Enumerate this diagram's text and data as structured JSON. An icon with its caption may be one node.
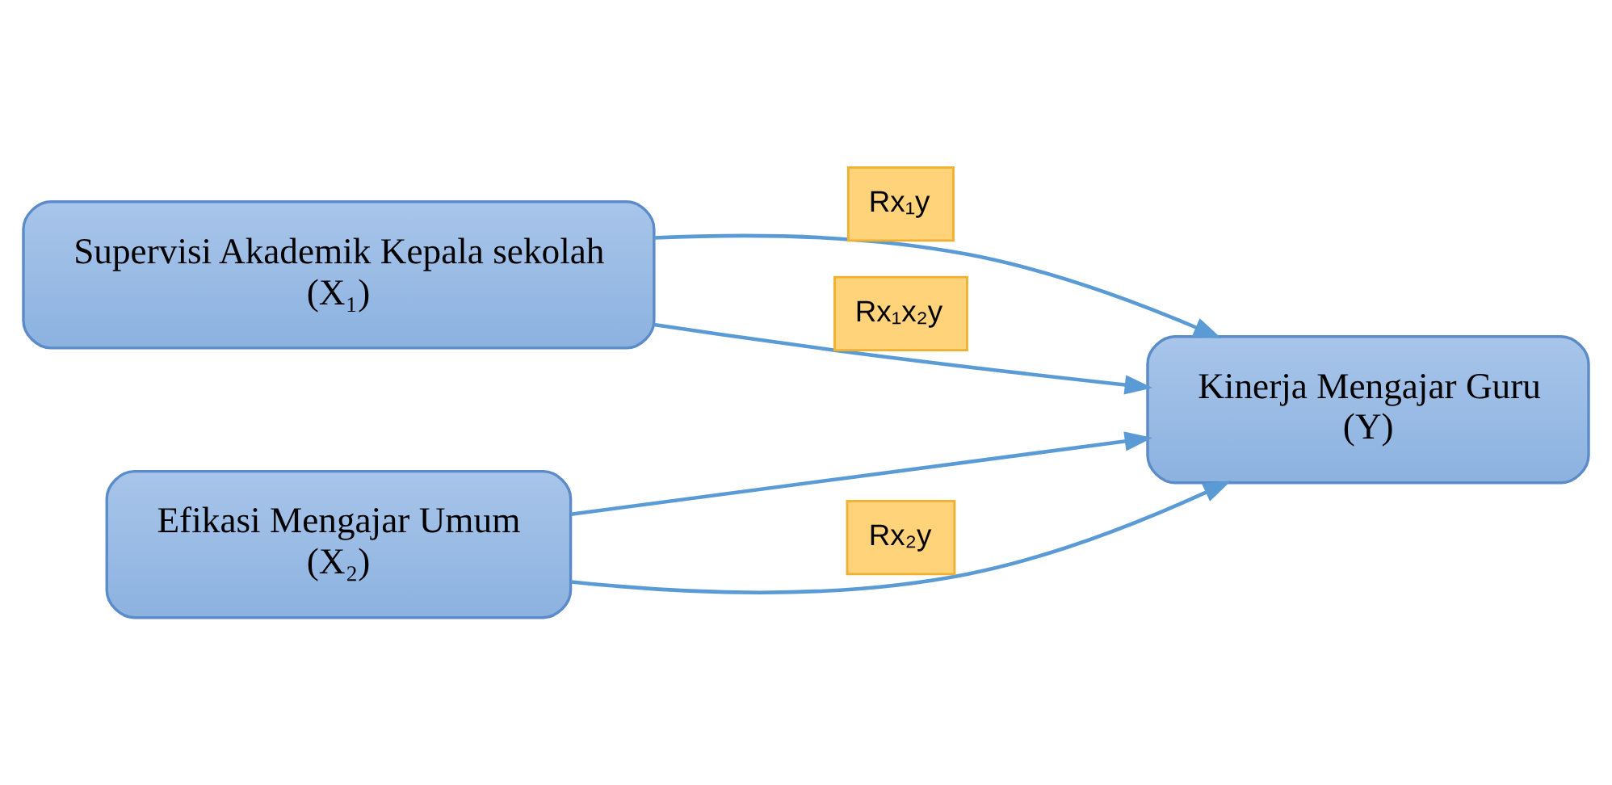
{
  "diagram": {
    "nodes": [
      {
        "text": [
          "Supervisi Akademik Kepala sekolah",
          "(X₁)"
        ]
      },
      {
        "text": [
          "Efikasi Mengajar Umum",
          "(X₂)"
        ]
      },
      {
        "text": [
          "Kinerja Mengajar Guru",
          "(Y)"
        ]
      }
    ],
    "edges": [
      {
        "from": 0,
        "to": 2,
        "arrow": "to",
        "label": "Rx₁y"
      },
      {
        "from": 0,
        "to": 2,
        "arrow": "to",
        "label": "Rx₁x₂y"
      },
      {
        "from": 1,
        "to": 2,
        "arrow": "to"
      },
      {
        "from": 1,
        "to": 2,
        "arrow": "to",
        "label": "Rx₂y"
      }
    ]
  }
}
